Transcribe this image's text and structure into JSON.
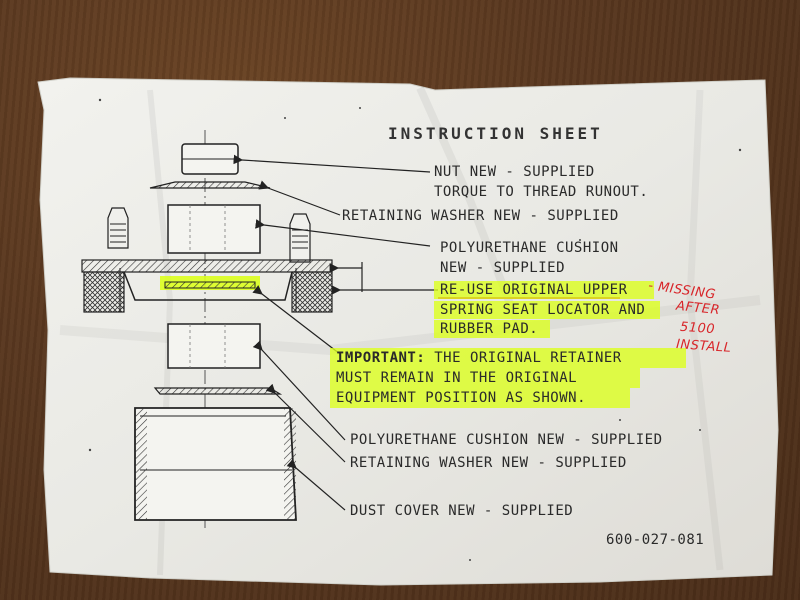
{
  "title": "INSTRUCTION SHEET",
  "callouts": {
    "nut_line1": "NUT NEW - SUPPLIED",
    "nut_line2": "TORQUE TO THREAD RUNOUT.",
    "washer_top": "RETAINING WASHER NEW - SUPPLIED",
    "cushion_top_line1": "POLYURETHANE CUSHION",
    "cushion_top_line2": "NEW - SUPPLIED",
    "reuse_line1": "RE-USE ORIGINAL UPPER",
    "reuse_line2": "SPRING SEAT LOCATOR AND",
    "reuse_line3": "RUBBER PAD.",
    "important_label": "IMPORTANT:",
    "important_line1": "THE ORIGINAL RETAINER",
    "important_line2": "MUST REMAIN IN THE ORIGINAL",
    "important_line3": "EQUIPMENT POSITION AS SHOWN.",
    "cushion_bottom": "POLYURETHANE CUSHION NEW - SUPPLIED",
    "washer_bottom": "RETAINING WASHER NEW - SUPPLIED",
    "dust_cover": "DUST COVER NEW - SUPPLIED"
  },
  "part_number": "600-027-081",
  "handwritten_note": {
    "line1": "- MISSING",
    "line2": "AFTER",
    "line3": "5100",
    "line4": "INSTALL"
  },
  "colors": {
    "paper": "#eeeeea",
    "highlight": "#dcff1e",
    "ink": "#2a2a2a",
    "red_ink": "#d8262a",
    "table": "#5a3820"
  }
}
